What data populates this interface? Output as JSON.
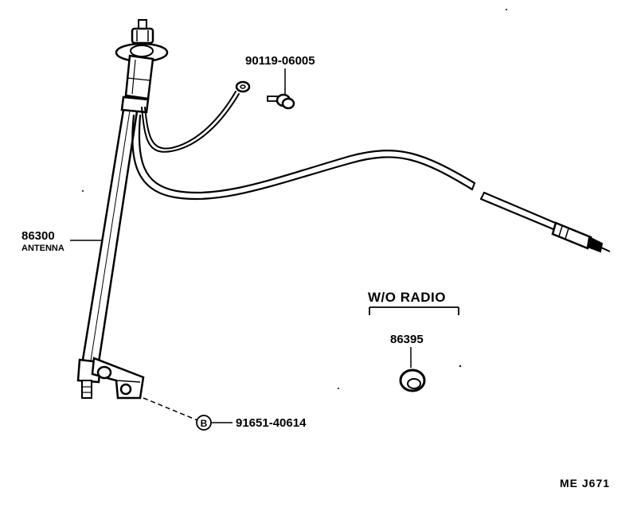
{
  "parts": {
    "antenna": {
      "number": "86300",
      "name": "ANTENNA"
    },
    "screw": {
      "number": "90119-06005"
    },
    "bolt": {
      "number": "91651-40614",
      "marker": "B"
    },
    "plug": {
      "number": "86395"
    }
  },
  "group_label": "W/O RADIO",
  "reference_code": "ME  J671"
}
